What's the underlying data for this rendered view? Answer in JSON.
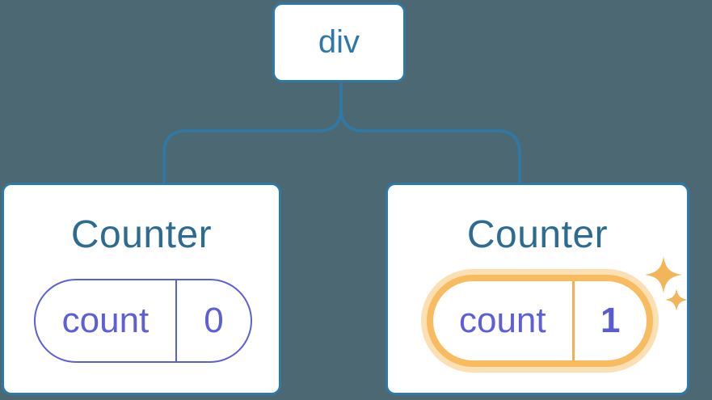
{
  "diagram": {
    "root": {
      "label": "div"
    },
    "children": [
      {
        "title": "Counter",
        "state_key": "count",
        "state_value": "0",
        "highlighted": false
      },
      {
        "title": "Counter",
        "state_key": "count",
        "state_value": "1",
        "highlighted": true
      }
    ]
  },
  "icons": {
    "sparkles": "sparkles-icon"
  },
  "colors": {
    "background": "#4c6973",
    "node_blue": "#2f79a9",
    "title_blue": "#2d6c92",
    "state_indigo": "#5c5fd6",
    "state_value_bold_indigo": "#575cd6",
    "highlight_orange": "#f8bb60",
    "highlight_glow": "#fcdfb2",
    "highlight_divider": "#f5ad56",
    "sparkle_orange": "#f3b559",
    "card_bg": "#ffffff"
  }
}
